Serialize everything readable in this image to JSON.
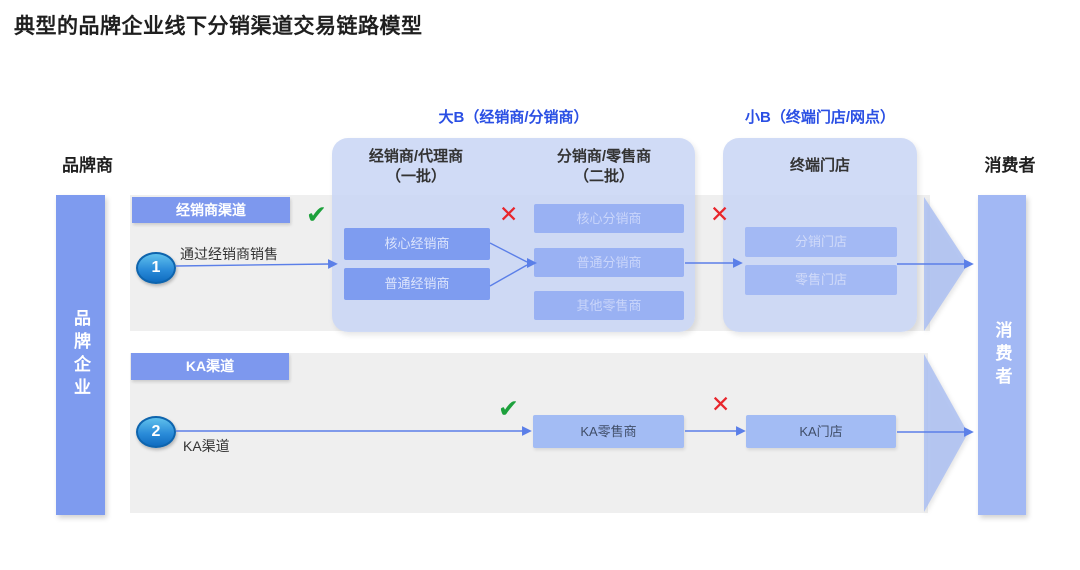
{
  "title": "典型的品牌企业线下分销渠道交易链路模型",
  "headers": {
    "brand": "品牌商",
    "big_b": "大B（经销商/分销商）",
    "small_b": "小B（终端门店/网点）",
    "consumer": "消费者"
  },
  "column_headers": {
    "tier1_line1": "经销商/代理商",
    "tier1_line2": "（一批）",
    "tier2_line1": "分销商/零售商",
    "tier2_line2": "（二批）",
    "terminal": "终端门店"
  },
  "left_bar_label": "品牌企业",
  "right_bar_label": "消费者",
  "marks": {
    "check": "✔",
    "cross": "✕"
  },
  "rows": [
    {
      "channel_label": "经销商渠道",
      "step_number": "1",
      "step_caption": "通过经销商销售",
      "tier1_boxes": [
        "核心经销商",
        "普通经销商"
      ],
      "tier2_boxes": [
        "核心分销商",
        "普通分销商",
        "其他零售商"
      ],
      "terminal_boxes": [
        "分销门店",
        "零售门店"
      ]
    },
    {
      "channel_label": "KA渠道",
      "step_number": "2",
      "step_caption": "KA渠道",
      "retailer_box": "KA零售商",
      "store_box": "KA门店"
    }
  ],
  "colors": {
    "accent_blue_label": "#2a4fe4",
    "brand_bar": "#7e9bef",
    "consumer_bar": "#a2b8f4",
    "panel": "#c8d5f5",
    "row_background": "#efefef",
    "channel_label_box": "#7d98ee",
    "tier1_box": "#7e9cf0",
    "tier2_box": "#99b1f3",
    "terminal_box": "#a3b9f4",
    "ka_box": "#a3bcf4",
    "arrow": "#5b7fe8",
    "check_green": "#1da13c",
    "cross_red": "#e8262c"
  }
}
